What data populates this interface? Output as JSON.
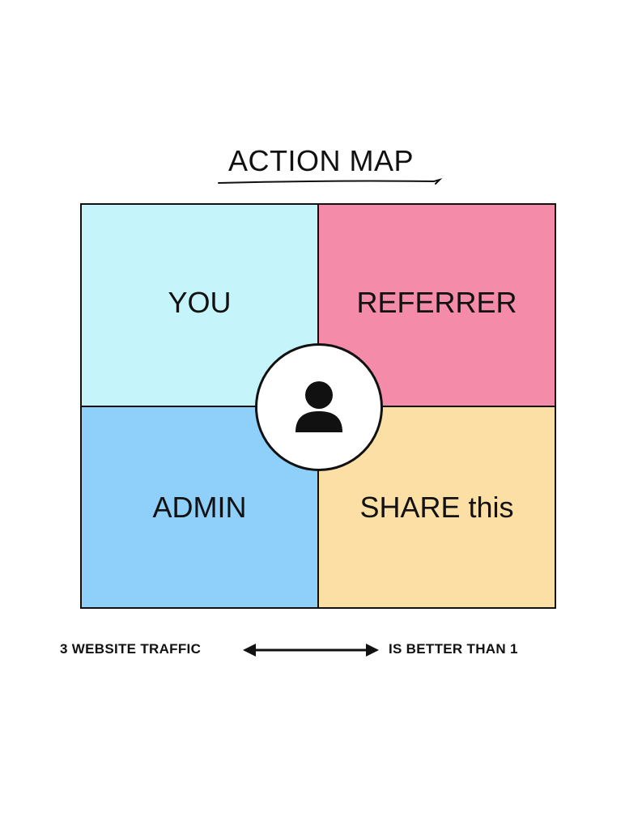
{
  "title": "ACTION MAP",
  "quadrants": {
    "top_left": {
      "label": "YOU",
      "color": "#C5F4FA"
    },
    "top_right": {
      "label": "REFERRER",
      "color": "#F48BA9"
    },
    "bottom_left": {
      "label": "ADMIN",
      "color": "#8FD0FB"
    },
    "bottom_right": {
      "label": "SHARE this",
      "color": "#FBDFA5"
    }
  },
  "center": {
    "icon": "user-icon"
  },
  "footer": {
    "left_text": "3 WEBSITE TRAFFIC",
    "right_text": "IS BETTER THAN 1",
    "arrow_icon": "double-arrow-icon"
  }
}
